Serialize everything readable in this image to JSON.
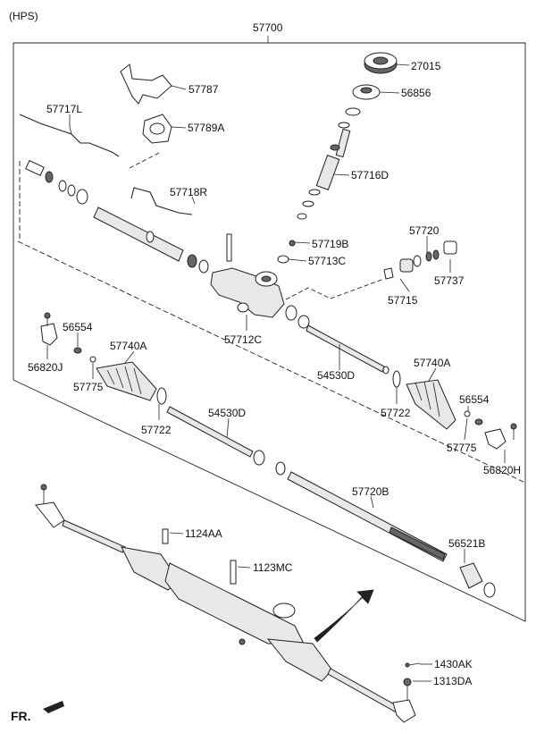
{
  "header": {
    "variant": "(HPS)",
    "assembly_no": "57700"
  },
  "footer": {
    "direction_label": "FR."
  },
  "callouts": [
    {
      "id": "27015",
      "label": "27015"
    },
    {
      "id": "56856",
      "label": "56856"
    },
    {
      "id": "57787",
      "label": "57787"
    },
    {
      "id": "57789A",
      "label": "57789A"
    },
    {
      "id": "57717L",
      "label": "57717L"
    },
    {
      "id": "57716D",
      "label": "57716D"
    },
    {
      "id": "57718R",
      "label": "57718R"
    },
    {
      "id": "57720-top",
      "label": "57720"
    },
    {
      "id": "57719B",
      "label": "57719B"
    },
    {
      "id": "57713C",
      "label": "57713C"
    },
    {
      "id": "57737",
      "label": "57737"
    },
    {
      "id": "57715",
      "label": "57715"
    },
    {
      "id": "56554-left",
      "label": "56554"
    },
    {
      "id": "57740A-left",
      "label": "57740A"
    },
    {
      "id": "57712C",
      "label": "57712C"
    },
    {
      "id": "56820J",
      "label": "56820J"
    },
    {
      "id": "57775-left",
      "label": "57775"
    },
    {
      "id": "54530D-right",
      "label": "54530D"
    },
    {
      "id": "57740A-right",
      "label": "57740A"
    },
    {
      "id": "57722-right",
      "label": "57722"
    },
    {
      "id": "56554-right",
      "label": "56554"
    },
    {
      "id": "57722-left",
      "label": "57722"
    },
    {
      "id": "54530D-left",
      "label": "54530D"
    },
    {
      "id": "57775-right",
      "label": "57775"
    },
    {
      "id": "56820H",
      "label": "56820H"
    },
    {
      "id": "57720B",
      "label": "57720B"
    },
    {
      "id": "1124AA",
      "label": "1124AA"
    },
    {
      "id": "56521B",
      "label": "56521B"
    },
    {
      "id": "1123MC",
      "label": "1123MC"
    },
    {
      "id": "1430AK",
      "label": "1430AK"
    },
    {
      "id": "1313DA",
      "label": "1313DA"
    }
  ]
}
